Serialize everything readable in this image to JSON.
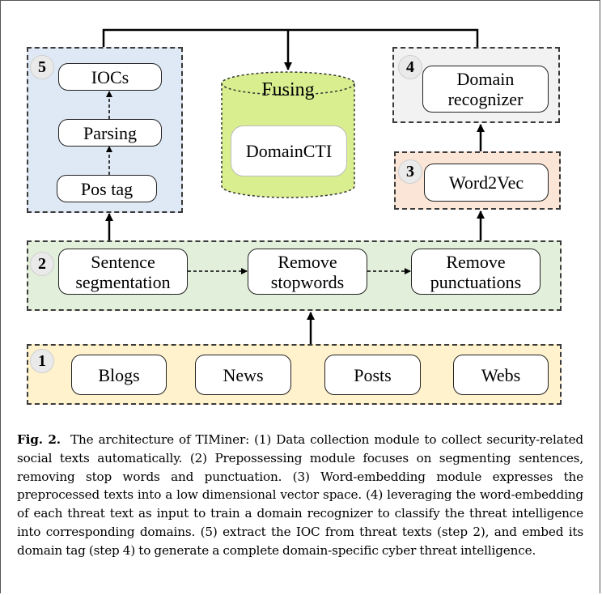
{
  "diagram": {
    "modules": [
      {
        "id": "5",
        "badge": "5",
        "nodes": [
          "IOCs",
          "Parsing",
          "Pos tag"
        ]
      },
      {
        "id": "4",
        "badge": "4",
        "nodes": [
          "Domain recognizer"
        ]
      },
      {
        "id": "3",
        "badge": "3",
        "nodes": [
          "Word2Vec"
        ]
      },
      {
        "id": "2",
        "badge": "2",
        "nodes": [
          "Sentence segmentation",
          "Remove stopwords",
          "Remove punctuations"
        ]
      },
      {
        "id": "1",
        "badge": "1",
        "nodes": [
          "Blogs",
          "News",
          "Posts",
          "Webs"
        ]
      }
    ],
    "fusing": {
      "title": "Fusing",
      "node": "DomainCTI"
    },
    "colors": {
      "module5": "#dfe9f5",
      "module4": "#f2f2f2",
      "module3": "#fbe5d6",
      "module2": "#e2efda",
      "module1": "#fff2cc",
      "fusing": "#d9ef8f"
    }
  },
  "caption": {
    "label": "Fig. 2.",
    "text": "The architecture of TIMiner: (1) Data collection module to collect security-related social texts automatically. (2) Prepossessing module focuses on segmenting sentences, removing stop words and punctuation. (3) Word-embedding module expresses the preprocessed texts into a low dimensional vector space. (4) leveraging the word-embedding of each threat text as input to train a domain recognizer to classify the threat intelligence into corresponding domains. (5) extract the IOC from threat texts (step 2), and embed its domain tag (step 4) to generate a complete domain-specific cyber threat intelligence."
  }
}
